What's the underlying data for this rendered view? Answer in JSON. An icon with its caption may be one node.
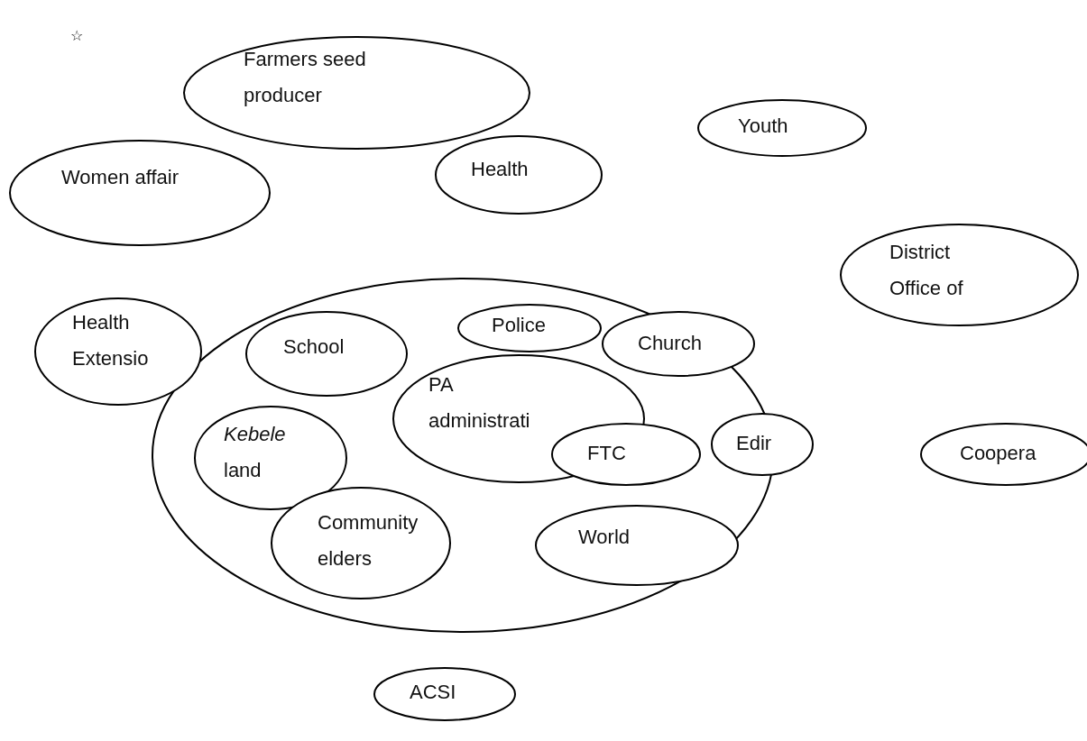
{
  "diagram": {
    "nodes": [
      {
        "text": [
          "Farmers seed producer"
        ]
      },
      {
        "text": [
          "Youth"
        ]
      },
      {
        "text": [
          "Women affair"
        ]
      },
      {
        "text": [
          "Health"
        ]
      },
      {
        "text": [
          "District Office of"
        ]
      },
      {
        "text": [],
        "shape": "ellipse"
      },
      {
        "text": [
          "Health Extensio"
        ]
      },
      {
        "text": [
          "Police"
        ],
        "in": 5
      },
      {
        "text": [
          "School"
        ],
        "in": 5
      },
      {
        "text": [
          "Church"
        ],
        "in": 5
      },
      {
        "text": [
          "PA administrati"
        ],
        "in": 5
      },
      {
        "text": [
          "*Kebele* land"
        ],
        "in": 5
      },
      {
        "text": [
          "FTC"
        ],
        "in": 5
      },
      {
        "text": [
          "Edir"
        ],
        "in": 5
      },
      {
        "text": [
          "Coopera"
        ]
      },
      {
        "text": [
          "Community elders"
        ],
        "in": 5
      },
      {
        "text": [
          "World"
        ],
        "in": 5
      },
      {
        "text": [
          "ACSI"
        ]
      }
    ],
    "labels": [
      "☆"
    ]
  }
}
